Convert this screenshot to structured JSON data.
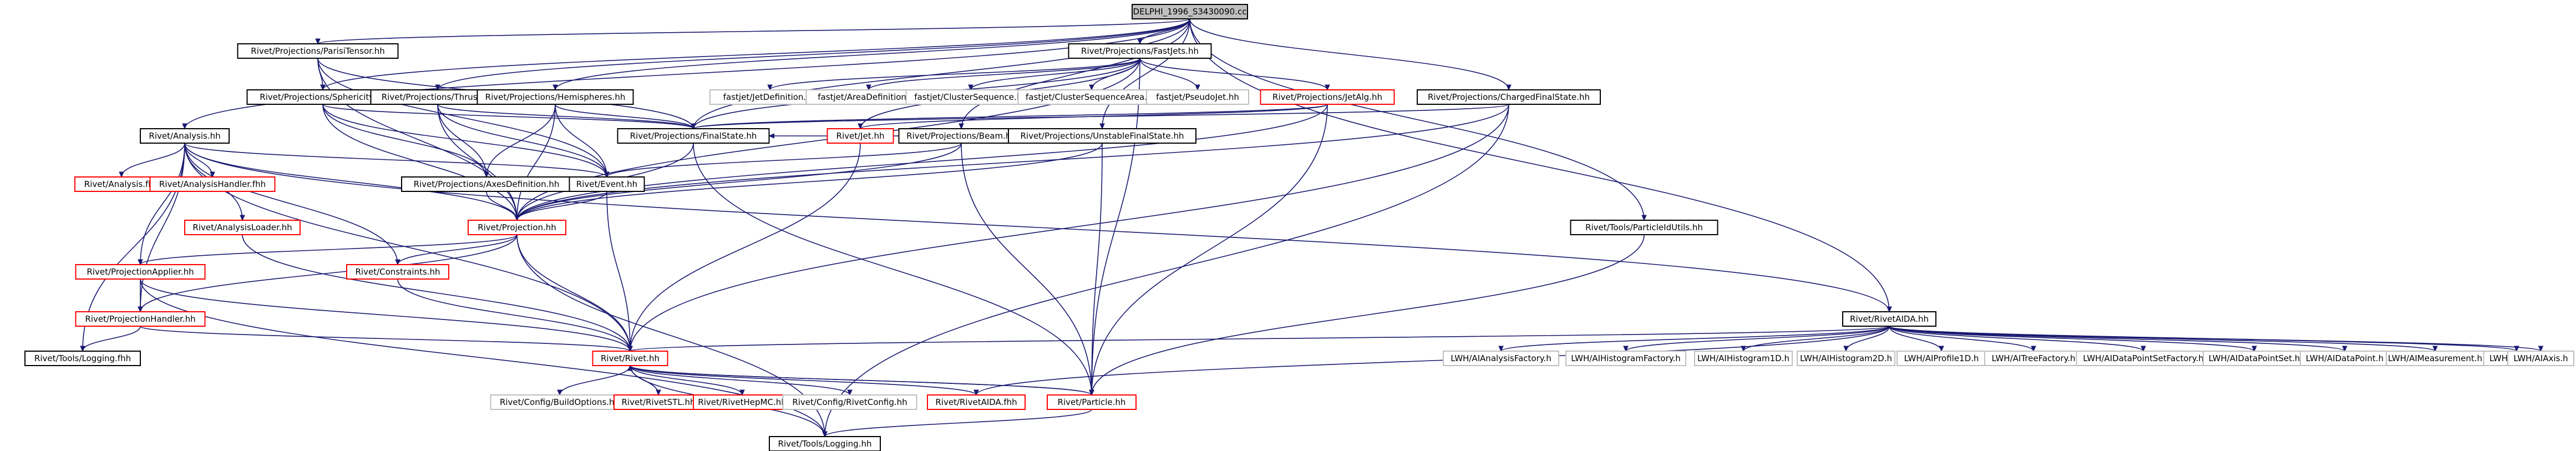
{
  "title": "DELPHI_1996_S3430090.cc",
  "colors": {
    "edge": "#191970",
    "node_border": "#000000",
    "node_border_missing": "#ff0000",
    "node_border_external": "#bfbfbf",
    "root_fill": "#bfbfbf",
    "node_fill": "#ffffff",
    "label": "#000000"
  },
  "nodes": [
    {
      "id": "root",
      "label": "DELPHI_1996_S3430090.cc",
      "style": "root"
    },
    {
      "id": "paritytensor",
      "label": "Rivet/Projections/ParisiTensor.hh",
      "style": "normal"
    },
    {
      "id": "fastjets",
      "label": "Rivet/Projections/FastJets.hh",
      "style": "normal"
    },
    {
      "id": "sphericity",
      "label": "Rivet/Projections/Sphericity.hh",
      "style": "normal"
    },
    {
      "id": "thrust",
      "label": "Rivet/Projections/Thrust.hh",
      "style": "normal"
    },
    {
      "id": "hemispheres",
      "label": "Rivet/Projections/Hemispheres.hh",
      "style": "normal"
    },
    {
      "id": "jetdef",
      "label": "fastjet/JetDefinition.hh",
      "style": "external"
    },
    {
      "id": "areadef",
      "label": "fastjet/AreaDefinition.hh",
      "style": "external"
    },
    {
      "id": "clusterseq",
      "label": "fastjet/ClusterSequence.hh",
      "style": "external"
    },
    {
      "id": "clusterseqarea",
      "label": "fastjet/ClusterSequenceArea.hh",
      "style": "external"
    },
    {
      "id": "pseudojet",
      "label": "fastjet/PseudoJet.hh",
      "style": "external"
    },
    {
      "id": "jetalg",
      "label": "Rivet/Projections/JetAlg.hh",
      "style": "missing"
    },
    {
      "id": "chargedfs",
      "label": "Rivet/Projections/ChargedFinalState.hh",
      "style": "normal"
    },
    {
      "id": "analysis",
      "label": "Rivet/Analysis.hh",
      "style": "normal"
    },
    {
      "id": "finalstate",
      "label": "Rivet/Projections/FinalState.hh",
      "style": "normal"
    },
    {
      "id": "jet",
      "label": "Rivet/Jet.hh",
      "style": "missing"
    },
    {
      "id": "beam",
      "label": "Rivet/Projections/Beam.hh",
      "style": "normal"
    },
    {
      "id": "unstablefs",
      "label": "Rivet/Projections/UnstableFinalState.hh",
      "style": "normal"
    },
    {
      "id": "axesdef",
      "label": "Rivet/Projections/AxesDefinition.hh",
      "style": "normal"
    },
    {
      "id": "analysisfh",
      "label": "Rivet/Analysis.fhh",
      "style": "missing"
    },
    {
      "id": "analysishandler",
      "label": "Rivet/AnalysisHandler.fhh",
      "style": "missing"
    },
    {
      "id": "event",
      "label": "Rivet/Event.hh",
      "style": "normal"
    },
    {
      "id": "analysisloader",
      "label": "Rivet/AnalysisLoader.hh",
      "style": "missing"
    },
    {
      "id": "projection",
      "label": "Rivet/Projection.hh",
      "style": "missing"
    },
    {
      "id": "particleutils",
      "label": "Rivet/Tools/ParticleIdUtils.hh",
      "style": "normal"
    },
    {
      "id": "projapplier",
      "label": "Rivet/ProjectionApplier.hh",
      "style": "missing"
    },
    {
      "id": "constraints",
      "label": "Rivet/Constraints.hh",
      "style": "missing"
    },
    {
      "id": "projhandler",
      "label": "Rivet/ProjectionHandler.hh",
      "style": "missing"
    },
    {
      "id": "rivetaida",
      "label": "Rivet/RivetAIDA.hh",
      "style": "normal"
    },
    {
      "id": "loggingfhh",
      "label": "Rivet/Tools/Logging.fhh",
      "style": "normal"
    },
    {
      "id": "rivet",
      "label": "Rivet/Rivet.hh",
      "style": "missing"
    },
    {
      "id": "lwh_af",
      "label": "LWH/AIAnalysisFactory.h",
      "style": "external"
    },
    {
      "id": "lwh_hf",
      "label": "LWH/AIHistogramFactory.h",
      "style": "external"
    },
    {
      "id": "lwh_h1",
      "label": "LWH/AIHistogram1D.h",
      "style": "external"
    },
    {
      "id": "lwh_h2",
      "label": "LWH/AIHistogram2D.h",
      "style": "external"
    },
    {
      "id": "lwh_p1",
      "label": "LWH/AIProfile1D.h",
      "style": "external"
    },
    {
      "id": "lwh_tf",
      "label": "LWH/AITreeFactory.h",
      "style": "external"
    },
    {
      "id": "lwh_dpsf",
      "label": "LWH/AIDataPointSetFactory.h",
      "style": "external"
    },
    {
      "id": "lwh_dps",
      "label": "LWH/AIDataPointSet.h",
      "style": "external"
    },
    {
      "id": "lwh_dp",
      "label": "LWH/AIDataPoint.h",
      "style": "external"
    },
    {
      "id": "lwh_meas",
      "label": "LWH/AIMeasurement.h",
      "style": "external"
    },
    {
      "id": "lwh_tree",
      "label": "LWH/AITree.h",
      "style": "external"
    },
    {
      "id": "lwh_axis",
      "label": "LWH/AIAxis.h",
      "style": "external"
    },
    {
      "id": "buildopts",
      "label": "Rivet/Config/BuildOptions.hh",
      "style": "external"
    },
    {
      "id": "rivetstl",
      "label": "Rivet/RivetSTL.hh",
      "style": "missing"
    },
    {
      "id": "rivethepmc",
      "label": "Rivet/RivetHepMC.hh",
      "style": "missing"
    },
    {
      "id": "rivetconfig",
      "label": "Rivet/Config/RivetConfig.hh",
      "style": "external"
    },
    {
      "id": "rivetaidafhh",
      "label": "Rivet/RivetAIDA.fhh",
      "style": "missing"
    },
    {
      "id": "particle",
      "label": "Rivet/Particle.hh",
      "style": "missing"
    },
    {
      "id": "logginghh",
      "label": "Rivet/Tools/Logging.hh",
      "style": "normal"
    }
  ],
  "edges": [
    [
      "root",
      "paritytensor"
    ],
    [
      "root",
      "fastjets"
    ],
    [
      "root",
      "sphericity"
    ],
    [
      "root",
      "thrust"
    ],
    [
      "root",
      "hemispheres"
    ],
    [
      "root",
      "chargedfs"
    ],
    [
      "root",
      "analysis"
    ],
    [
      "root",
      "finalstate"
    ],
    [
      "root",
      "beam"
    ],
    [
      "root",
      "unstablefs"
    ],
    [
      "root",
      "particleutils"
    ],
    [
      "root",
      "rivetaida"
    ],
    [
      "paritytensor",
      "sphericity"
    ],
    [
      "paritytensor",
      "finalstate"
    ],
    [
      "paritytensor",
      "event"
    ],
    [
      "paritytensor",
      "projection"
    ],
    [
      "fastjets",
      "jetdef"
    ],
    [
      "fastjets",
      "areadef"
    ],
    [
      "fastjets",
      "clusterseq"
    ],
    [
      "fastjets",
      "clusterseqarea"
    ],
    [
      "fastjets",
      "pseudojet"
    ],
    [
      "fastjets",
      "jetalg"
    ],
    [
      "fastjets",
      "finalstate"
    ],
    [
      "fastjets",
      "jet"
    ],
    [
      "fastjets",
      "particle"
    ],
    [
      "fastjets",
      "projection"
    ],
    [
      "sphericity",
      "axesdef"
    ],
    [
      "sphericity",
      "finalstate"
    ],
    [
      "sphericity",
      "event"
    ],
    [
      "sphericity",
      "projection"
    ],
    [
      "thrust",
      "axesdef"
    ],
    [
      "thrust",
      "finalstate"
    ],
    [
      "thrust",
      "event"
    ],
    [
      "thrust",
      "projection"
    ],
    [
      "hemispheres",
      "axesdef"
    ],
    [
      "hemispheres",
      "finalstate"
    ],
    [
      "hemispheres",
      "event"
    ],
    [
      "hemispheres",
      "projection"
    ],
    [
      "jetalg",
      "finalstate"
    ],
    [
      "jetalg",
      "jet"
    ],
    [
      "jetalg",
      "particle"
    ],
    [
      "jetalg",
      "projection"
    ],
    [
      "chargedfs",
      "finalstate"
    ],
    [
      "chargedfs",
      "projection"
    ],
    [
      "chargedfs",
      "rivet"
    ],
    [
      "chargedfs",
      "logginghh"
    ],
    [
      "analysis",
      "analysisfh"
    ],
    [
      "analysis",
      "analysishandler"
    ],
    [
      "analysis",
      "analysisloader"
    ],
    [
      "analysis",
      "event"
    ],
    [
      "analysis",
      "projection"
    ],
    [
      "analysis",
      "projapplier"
    ],
    [
      "analysis",
      "constraints"
    ],
    [
      "analysis",
      "projhandler"
    ],
    [
      "analysis",
      "loggingfhh"
    ],
    [
      "analysis",
      "rivet"
    ],
    [
      "analysis",
      "rivetaida"
    ],
    [
      "finalstate",
      "projection"
    ],
    [
      "finalstate",
      "particle"
    ],
    [
      "jet",
      "rivet"
    ],
    [
      "beam",
      "event"
    ],
    [
      "beam",
      "projection"
    ],
    [
      "beam",
      "particle"
    ],
    [
      "unstablefs",
      "finalstate"
    ],
    [
      "unstablefs",
      "projection"
    ],
    [
      "unstablefs",
      "particle"
    ],
    [
      "axesdef",
      "projection"
    ],
    [
      "event",
      "projection"
    ],
    [
      "event",
      "rivet"
    ],
    [
      "analysisloader",
      "rivet"
    ],
    [
      "projection",
      "projapplier"
    ],
    [
      "projection",
      "projhandler"
    ],
    [
      "projection",
      "constraints"
    ],
    [
      "projection",
      "rivet"
    ],
    [
      "projection",
      "logginghh"
    ],
    [
      "particleutils",
      "particle"
    ],
    [
      "projapplier",
      "projhandler"
    ],
    [
      "projapplier",
      "rivet"
    ],
    [
      "projapplier",
      "logginghh"
    ],
    [
      "constraints",
      "rivet"
    ],
    [
      "projhandler",
      "loggingfhh"
    ],
    [
      "projhandler",
      "rivet"
    ],
    [
      "rivetaida",
      "rivet"
    ],
    [
      "rivetaida",
      "rivetaidafhh"
    ],
    [
      "rivetaida",
      "lwh_af"
    ],
    [
      "rivetaida",
      "lwh_hf"
    ],
    [
      "rivetaida",
      "lwh_h1"
    ],
    [
      "rivetaida",
      "lwh_h2"
    ],
    [
      "rivetaida",
      "lwh_p1"
    ],
    [
      "rivetaida",
      "lwh_tf"
    ],
    [
      "rivetaida",
      "lwh_dpsf"
    ],
    [
      "rivetaida",
      "lwh_dps"
    ],
    [
      "rivetaida",
      "lwh_dp"
    ],
    [
      "rivetaida",
      "lwh_meas"
    ],
    [
      "rivetaida",
      "lwh_tree"
    ],
    [
      "rivetaida",
      "lwh_axis"
    ],
    [
      "rivet",
      "buildopts"
    ],
    [
      "rivet",
      "rivetstl"
    ],
    [
      "rivet",
      "rivethepmc"
    ],
    [
      "rivet",
      "rivetconfig"
    ],
    [
      "rivet",
      "rivetaidafhh"
    ],
    [
      "rivet",
      "particle"
    ],
    [
      "rivet",
      "logginghh"
    ],
    [
      "particle",
      "rivet"
    ],
    [
      "particle",
      "logginghh"
    ]
  ]
}
